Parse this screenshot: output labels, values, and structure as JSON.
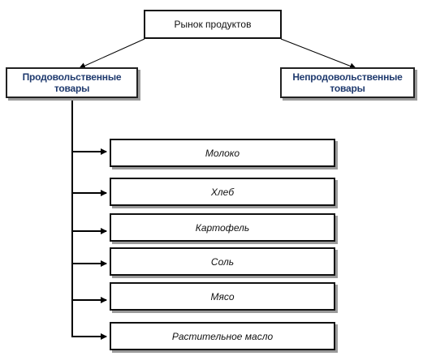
{
  "diagram": {
    "root": "Рынок продуктов",
    "categories": {
      "food": "Продовольственные товары",
      "nonfood": "Непродовольственные товары"
    },
    "items": [
      "Молоко",
      "Хлеб",
      "Картофель",
      "Соль",
      "Мясо",
      "Растительное масло"
    ]
  }
}
